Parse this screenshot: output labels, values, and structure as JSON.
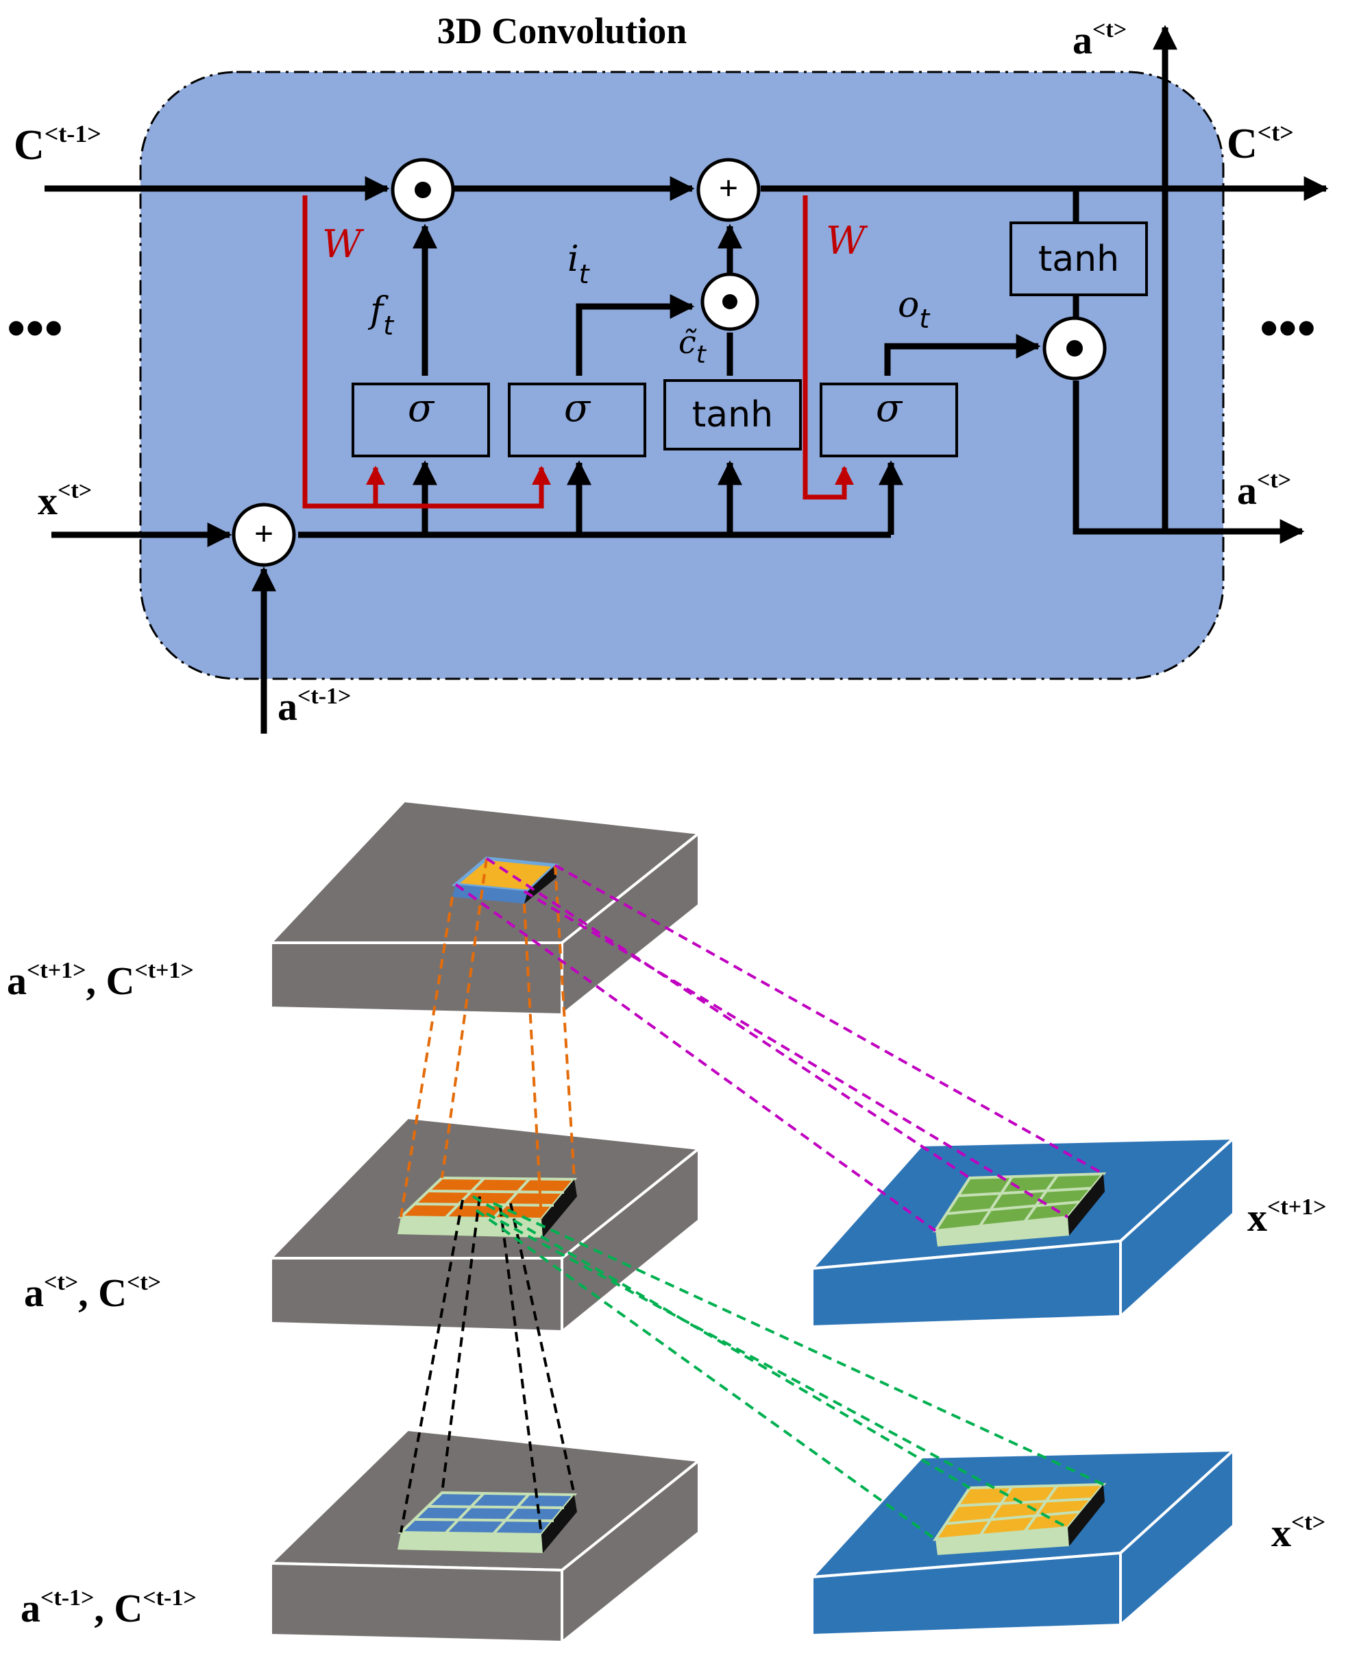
{
  "title": "3D Convolution",
  "labels": {
    "c_prev": "C",
    "c_prev_sup": "<t-1>",
    "c_next": "C",
    "c_next_sup": "<t>",
    "a_top": "a",
    "a_top_sup": "<t>",
    "a_right": "a",
    "a_right_sup": "<t>",
    "x_in": "x",
    "x_in_sup": "<t>",
    "a_prev": "a",
    "a_prev_sup": "<t-1>",
    "ellipsis_left": "•••",
    "ellipsis_right": "•••",
    "w1": "W",
    "w2": "W",
    "f": "f",
    "f_sub": "t",
    "i": "i",
    "i_sub": "t",
    "c_tilde": "c̃",
    "c_tilde_sub": "t",
    "o": "o",
    "o_sub": "t"
  },
  "gates": {
    "sigma1": "σ",
    "sigma2": "σ",
    "tanh_gate": "tanh",
    "sigma3": "σ",
    "tanh_out": "tanh",
    "plus": "+"
  },
  "layers": {
    "top": "a<t+1>, C<t+1>",
    "mid": "a<t>, C<t>",
    "bottom": "a<t-1>, C<t-1>",
    "x_top": "x<t+1>",
    "x_bottom": "x<t>"
  },
  "colors": {
    "cell_bg": "#8faadc",
    "red_path": "#c00000",
    "gray_block": "#767171",
    "blue_block": "#2e75b6",
    "orange_dash": "#e46c0a",
    "magenta_dash": "#c000c0",
    "green_dash": "#00b050",
    "black_dash": "#000000",
    "light_green": "#c5e0b4"
  }
}
